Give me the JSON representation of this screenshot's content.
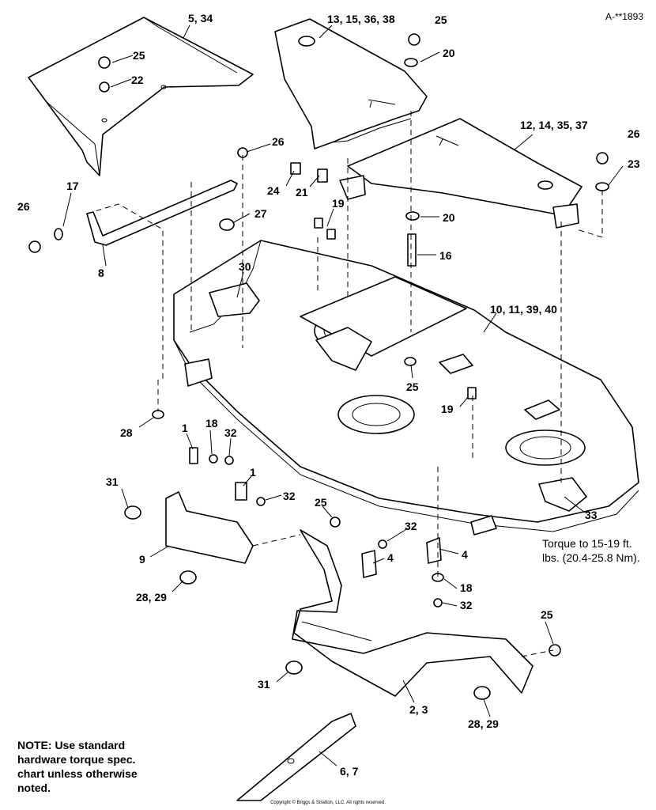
{
  "reference_code": "A-**1893",
  "callouts": [
    {
      "id": "c-5-34",
      "text": "5, 34"
    },
    {
      "id": "c-13-15-36-38",
      "text": "13, 15, 36, 38"
    },
    {
      "id": "c-25-top",
      "text": "25"
    },
    {
      "id": "c-25-left",
      "text": "25"
    },
    {
      "id": "c-20-top",
      "text": "20"
    },
    {
      "id": "c-22",
      "text": "22"
    },
    {
      "id": "c-12-14-35-37",
      "text": "12, 14, 35, 37"
    },
    {
      "id": "c-26-right",
      "text": "26"
    },
    {
      "id": "c-23",
      "text": "23"
    },
    {
      "id": "c-26-mid",
      "text": "26"
    },
    {
      "id": "c-24",
      "text": "24"
    },
    {
      "id": "c-21",
      "text": "21"
    },
    {
      "id": "c-19-top",
      "text": "19"
    },
    {
      "id": "c-17",
      "text": "17"
    },
    {
      "id": "c-26-left",
      "text": "26"
    },
    {
      "id": "c-27",
      "text": "27"
    },
    {
      "id": "c-20-mid",
      "text": "20"
    },
    {
      "id": "c-16",
      "text": "16"
    },
    {
      "id": "c-8",
      "text": "8"
    },
    {
      "id": "c-30",
      "text": "30"
    },
    {
      "id": "c-10-11-39-40",
      "text": "10, 11, 39, 40"
    },
    {
      "id": "c-25-deck",
      "text": "25"
    },
    {
      "id": "c-19-deck",
      "text": "19"
    },
    {
      "id": "c-28",
      "text": "28"
    },
    {
      "id": "c-1-left",
      "text": "1"
    },
    {
      "id": "c-18-left",
      "text": "18"
    },
    {
      "id": "c-32-left",
      "text": "32"
    },
    {
      "id": "c-1-mid",
      "text": "1"
    },
    {
      "id": "c-32-mid",
      "text": "32"
    },
    {
      "id": "c-31-left",
      "text": "31"
    },
    {
      "id": "c-33",
      "text": "33"
    },
    {
      "id": "c-9",
      "text": "9"
    },
    {
      "id": "c-25-chute",
      "text": "25"
    },
    {
      "id": "c-32-bracket",
      "text": "32"
    },
    {
      "id": "c-4-right",
      "text": "4"
    },
    {
      "id": "c-4-left",
      "text": "4"
    },
    {
      "id": "c-28-29-left",
      "text": "28, 29"
    },
    {
      "id": "c-18-right",
      "text": "18"
    },
    {
      "id": "c-32-right",
      "text": "32"
    },
    {
      "id": "c-25-bottom",
      "text": "25"
    },
    {
      "id": "c-31-bottom",
      "text": "31"
    },
    {
      "id": "c-2-3",
      "text": "2, 3"
    },
    {
      "id": "c-28-29-bottom",
      "text": "28, 29"
    },
    {
      "id": "c-6-7",
      "text": "6, 7"
    }
  ],
  "torque_note": {
    "line1": "Torque to 15-19 ft.",
    "line2": "lbs. (20.4-25.8 Nm)."
  },
  "note": {
    "line1": "NOTE: Use standard",
    "line2": "hardware torque spec.",
    "line3": "chart unless otherwise",
    "line4": "noted."
  },
  "copyright": "Copyright © Briggs & Stratton, LLC. All rights reserved."
}
